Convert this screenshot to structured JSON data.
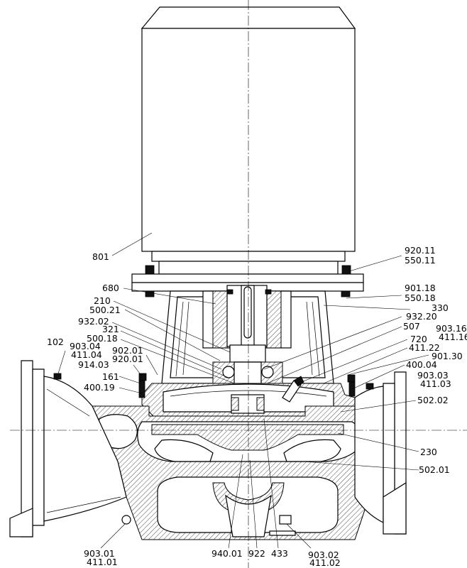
{
  "drawing": {
    "labels": [
      {
        "id": "801",
        "text": "801"
      },
      {
        "id": "920.11",
        "text": "920.11"
      },
      {
        "id": "550.11",
        "text": "550.11"
      },
      {
        "id": "680",
        "text": "680"
      },
      {
        "id": "901.18",
        "text": "901.18"
      },
      {
        "id": "550.18a",
        "text": "550.18"
      },
      {
        "id": "210",
        "text": "210"
      },
      {
        "id": "330",
        "text": "330"
      },
      {
        "id": "500.21",
        "text": "500.21"
      },
      {
        "id": "932.20",
        "text": "932.20"
      },
      {
        "id": "932.02",
        "text": "932.02"
      },
      {
        "id": "507",
        "text": "507"
      },
      {
        "id": "903.16",
        "text": "903.16"
      },
      {
        "id": "411.16",
        "text": "411.16"
      },
      {
        "id": "321",
        "text": "321"
      },
      {
        "id": "720",
        "text": "720"
      },
      {
        "id": "500.18",
        "text": "500.18"
      },
      {
        "id": "411.22",
        "text": "411.22"
      },
      {
        "id": "102",
        "text": "102"
      },
      {
        "id": "902.01",
        "text": "902.01"
      },
      {
        "id": "901.30",
        "text": "901.30"
      },
      {
        "id": "903.04",
        "text": "903.04"
      },
      {
        "id": "920.01",
        "text": "920.01"
      },
      {
        "id": "400.04",
        "text": "400.04"
      },
      {
        "id": "411.04",
        "text": "411.04"
      },
      {
        "id": "914.03",
        "text": "914.03"
      },
      {
        "id": "903.03",
        "text": "903.03"
      },
      {
        "id": "161",
        "text": "161"
      },
      {
        "id": "411.03",
        "text": "411.03"
      },
      {
        "id": "400.19",
        "text": "400.19"
      },
      {
        "id": "502.02",
        "text": "502.02"
      },
      {
        "id": "230",
        "text": "230"
      },
      {
        "id": "502.01",
        "text": "502.01"
      },
      {
        "id": "903.01",
        "text": "903.01"
      },
      {
        "id": "411.01",
        "text": "411.01"
      },
      {
        "id": "940.01",
        "text": "940.01"
      },
      {
        "id": "922",
        "text": "922"
      },
      {
        "id": "433",
        "text": "433"
      },
      {
        "id": "903.02",
        "text": "903.02"
      },
      {
        "id": "411.02",
        "text": "411.02"
      }
    ]
  }
}
